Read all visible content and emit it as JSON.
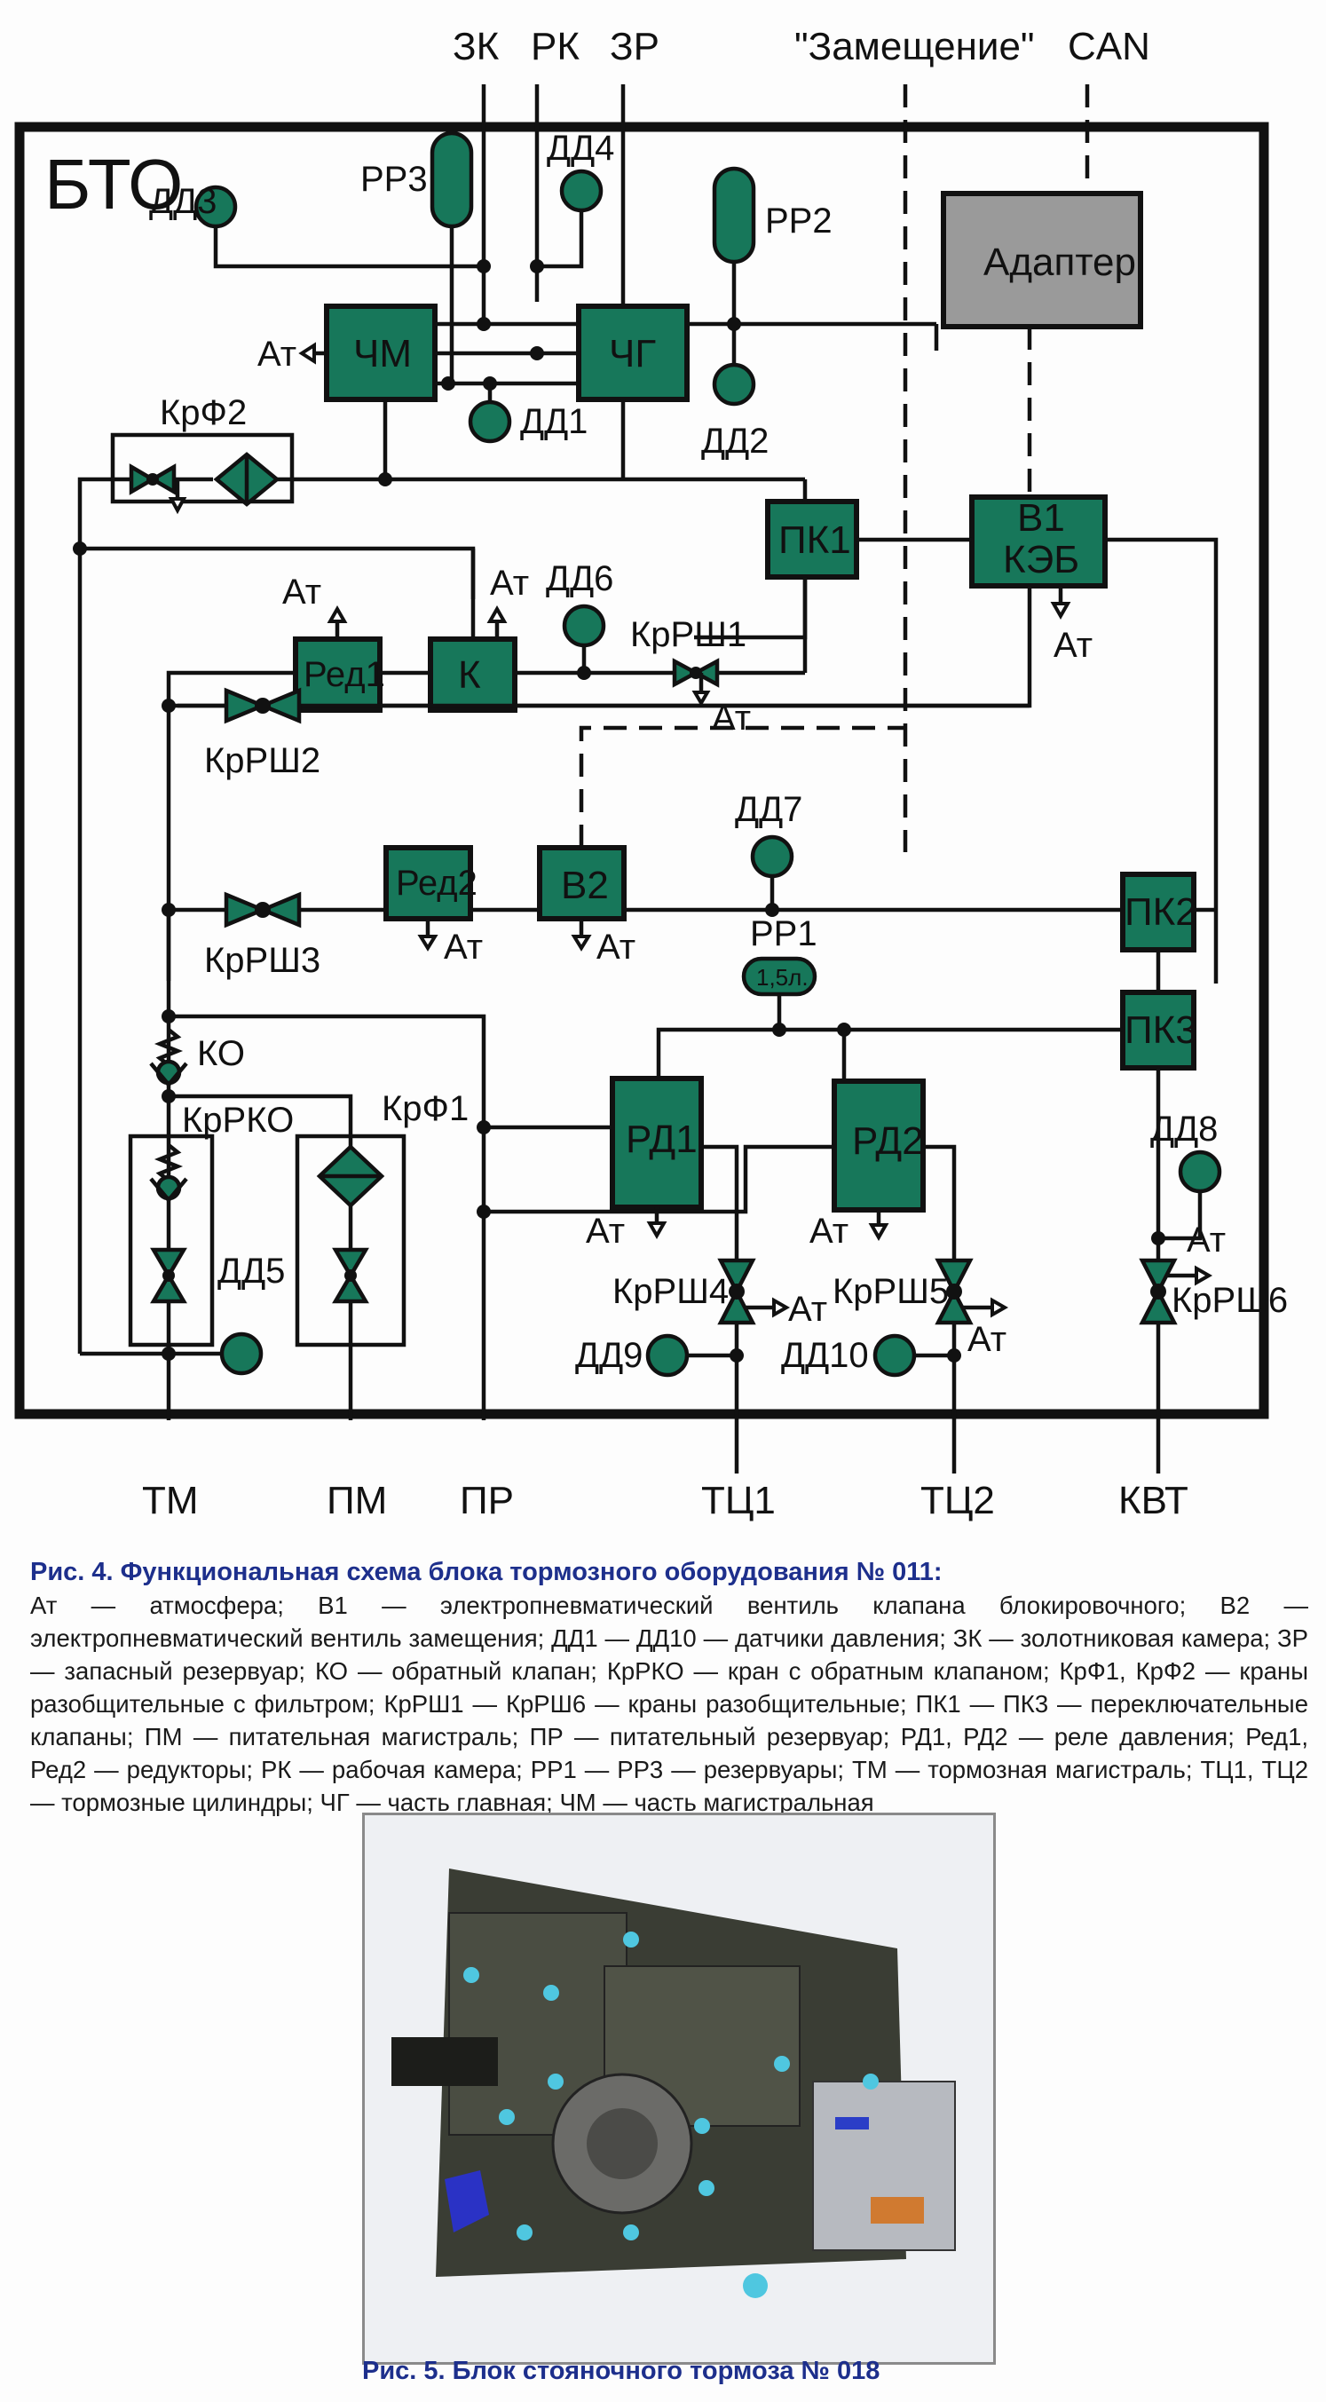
{
  "diagram": {
    "block_title": "БТО",
    "external_ports_top": [
      "ЗК",
      "РК",
      "ЗР"
    ],
    "signal_inputs_top": [
      "\"Замещение\"",
      "CAN"
    ],
    "external_ports_bottom": [
      "ТМ",
      "ПМ",
      "ПР",
      "ТЦ1",
      "ТЦ2",
      "КВТ"
    ],
    "units": {
      "chm": "ЧМ",
      "chg": "ЧГ",
      "adapter": "Адаптер",
      "pk1": "ПК1",
      "pk2": "ПК2",
      "pk3": "ПК3",
      "v1_line1": "В1",
      "v1_line2": "КЭБ",
      "v2": "В2",
      "red1": "Ред1",
      "red2": "Ред2",
      "k": "К",
      "rd1": "РД1",
      "rd2": "РД2"
    },
    "reservoirs": {
      "rr1": "РР1",
      "rr1_volume": "1,5л.",
      "rr2": "РР2",
      "rr3": "РР3"
    },
    "sensors": [
      "ДД1",
      "ДД2",
      "ДД3",
      "ДД4",
      "ДД5",
      "ДД6",
      "ДД7",
      "ДД8",
      "ДД9",
      "ДД10"
    ],
    "valves": {
      "krf1": "КрФ1",
      "krf2": "КрФ2",
      "krrko": "КрРКО",
      "ko": "КО",
      "krsh1": "КрРШ1",
      "krsh2": "КрРШ2",
      "krsh3": "КрРШ3",
      "krsh4": "КрРШ4",
      "krsh5": "КрРШ5",
      "krsh6": "КрРШ6"
    },
    "atmosphere": "Ат",
    "colors": {
      "unit_fill": "#17775a",
      "adapter_fill": "#9a9a9a",
      "caption_blue": "#1d2f8c"
    }
  },
  "figure4": {
    "title": "Рис. 4. Функциональная схема блока тормозного оборудования № 011:",
    "legend": "Ат — атмосфера; В1 — электропневматический вентиль клапана блокировочного; В2 — электропневматический вентиль замещения; ДД1 — ДД10 — датчики давления; ЗК — золотниковая камера; ЗР — запасный резервуар; КО — обратный клапан; КрРКО — кран с обратным клапаном; КрФ1, КрФ2 — краны разобщительные с фильтром; КрРШ1 — КрРШ6 — краны разобщительные; ПК1 — ПК3 — переключательные клапаны; ПМ — питательная магистраль; ПР — питательный резервуар; РД1, РД2 — реле давления; Ред1, Ред2 — редукторы; РК — рабочая камера; РР1 — РР3 — резервуары; ТМ — тормозная магистраль; ТЦ1, ТЦ2 — тормозные цилиндры; ЧГ — часть главная; ЧМ — часть магистральная"
  },
  "figure5": {
    "title": "Рис. 5. Блок стояночного тормоза № 018"
  }
}
